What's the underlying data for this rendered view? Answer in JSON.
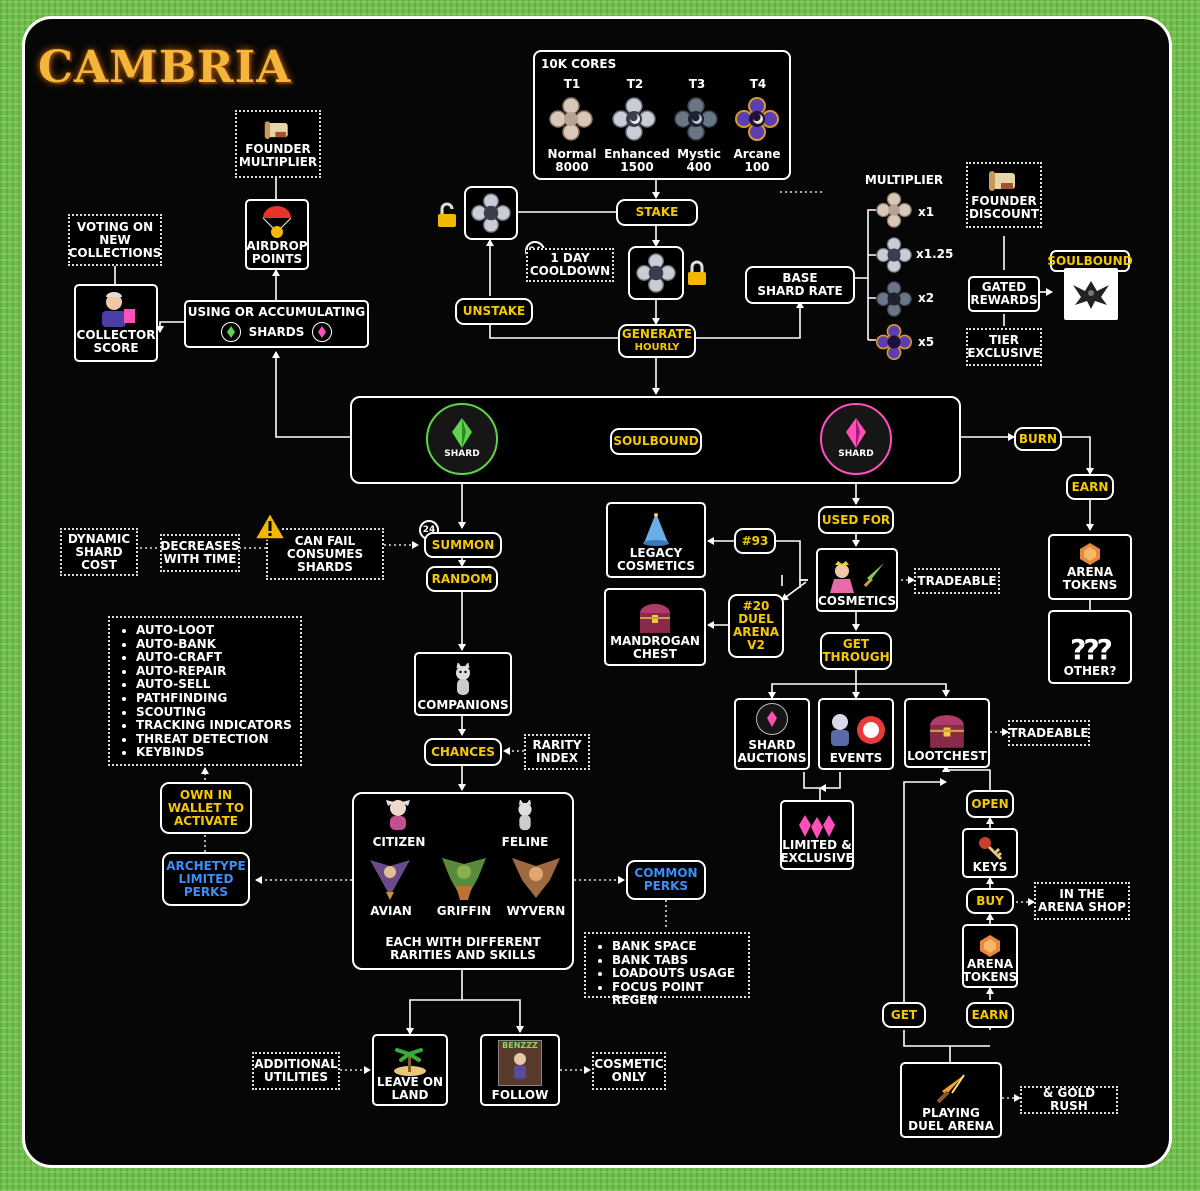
{
  "logo": "CAMBRIA",
  "cores": {
    "title": "10K CORES",
    "tiers": [
      {
        "tier": "T1",
        "name": "Normal",
        "count": "8000"
      },
      {
        "tier": "T2",
        "name": "Enhanced",
        "count": "1500"
      },
      {
        "tier": "T3",
        "name": "Mystic",
        "count": "400"
      },
      {
        "tier": "T4",
        "name": "Arcane",
        "count": "100"
      }
    ]
  },
  "staking": {
    "stake": "STAKE",
    "unstake": "UNSTAKE",
    "cooldown": "1 DAY\nCOOLDOWN",
    "clock": "24",
    "generate": "GENERATE",
    "hourly": "HOURLY",
    "base_rate": "BASE\nSHARD RATE"
  },
  "multiplier": {
    "title": "MULTIPLIER",
    "values": [
      "x1",
      "x1.25",
      "x2",
      "x5"
    ]
  },
  "founder": {
    "multiplier": "FOUNDER\nMULTIPLIER",
    "discount": "FOUNDER\nDISCOUNT",
    "airdrop": "AIRDROP\nPOINTS"
  },
  "gated": {
    "rewards": "GATED\nREWARDS",
    "tier_exclusive": "TIER\nEXCLUSIVE",
    "soulbound": "SOULBOUND"
  },
  "collector": {
    "voting": "VOTING ON\nNEW\nCOLLECTIONS",
    "score": "COLLECTOR\nSCORE",
    "using": "USING or ACCUMULATING",
    "shards": "SHARDS"
  },
  "soulbound_bar": {
    "label": "SOULBOUND",
    "shard_label": "SHARD"
  },
  "burn": {
    "burn": "BURN",
    "earn": "EARN",
    "arena_tokens": "ARENA\nTOKENS",
    "other": "OTHER?"
  },
  "summon": {
    "dynamic": "DYNAMIC\nSHARD\nCOST",
    "decreases": "DECREASES\nWITH TIME",
    "can_fail": "CAN FAIL\nCONSUMES\nSHARDS",
    "summon": "SUMMON",
    "random": "RANDOM",
    "clock": "24",
    "companions": "COMPANIONS",
    "chances": "CHANCES",
    "rarity": "RARITY\nINDEX"
  },
  "perks_list": [
    "AUTO-LOOT",
    "AUTO-BANK",
    "AUTO-CRAFT",
    "AUTO-REPAIR",
    "AUTO-SELL",
    "PATHFINDING",
    "SCOUTING",
    "TRACKING INDICATORS",
    "THREAT DETECTION",
    "KEYBINDS"
  ],
  "archetype": {
    "own": "OWN IN\nWALLET TO\nACTIVATE",
    "limited": "ARCHETYPE\nLIMITED\nPERKS",
    "names": [
      "CITIZEN",
      "FELINE",
      "AVIAN",
      "GRIFFIN",
      "WYVERN"
    ],
    "footer": "EACH WITH DIFFERENT\nRARITIES AND SKILLS"
  },
  "common_perks": {
    "label": "COMMON\nPERKS",
    "items": [
      "BANK SPACE",
      "BANK TABS",
      "LOADOUTS USAGE",
      "FOCUS POINT REGEN"
    ]
  },
  "bottom_left": {
    "additional": "ADDITIONAL\nUTILITIES",
    "leave": "LEAVE ON\nLAND",
    "follow": "FOLLOW",
    "follow_tag": "BENZZZ",
    "cosmetic_only": "COSMETIC\nONLY"
  },
  "cosmetics": {
    "used_for": "USED FOR",
    "num93": "#93",
    "legacy": "LEGACY\nCOSMETICS",
    "num20": "#20\nDUEL\nARENA\nV2",
    "mandrogan": "MANDROGAN\nCHEST",
    "cosmetics": "COSMETICS",
    "tradeable": "TRADEABLE",
    "get_through": "GET\nTHROUGH"
  },
  "sources": {
    "shard_auctions": "SHARD\nAUCTIONS",
    "events": "EVENTS",
    "lootchest": "LOOTCHEST",
    "tradeable": "TRADEABLE",
    "limited": "LIMITED &\nEXCLUSIVE",
    "open": "OPEN",
    "keys": "KEYS",
    "buy": "BUY",
    "arena_shop": "IN THE\nARENA SHOP",
    "arena_tokens": "ARENA\nTOKENS",
    "get": "GET",
    "earn": "EARN",
    "playing": "PLAYING\nDUEL ARENA",
    "gold_rush": "& GOLD RUSH"
  },
  "colors": {
    "yellow": "#f5c800",
    "blue": "#3f8ef7",
    "green_ring": "#5fd44a",
    "pink_ring": "#ff4fb8"
  }
}
